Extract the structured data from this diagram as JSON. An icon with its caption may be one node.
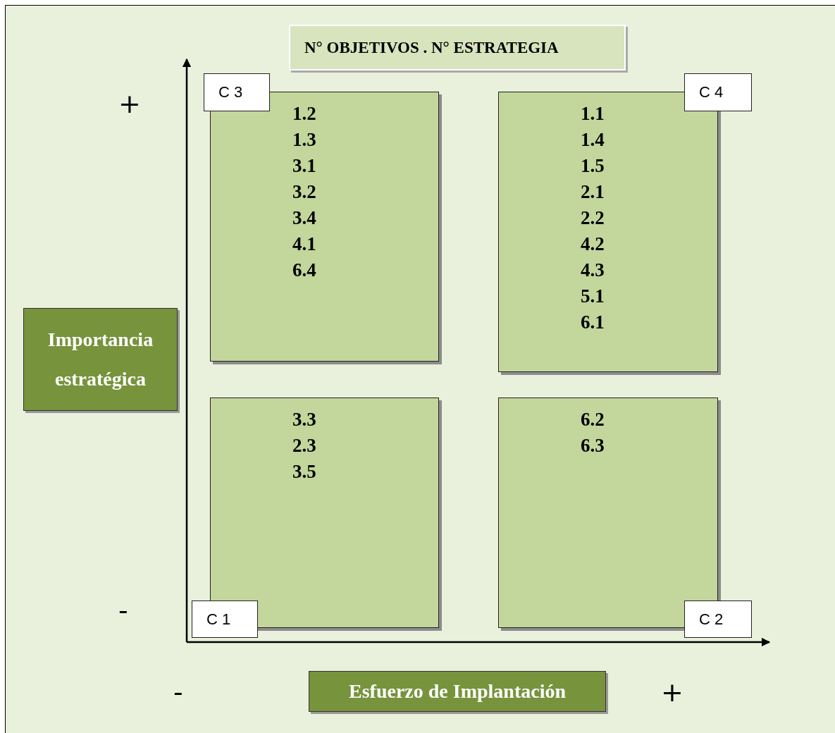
{
  "diagram": {
    "nodes": [
      {
        "text": [
          "N° OBJETIVOS . N° ESTRATEGIA"
        ]
      },
      {
        "text": [
          "C 3"
        ]
      },
      {
        "text": [
          "1.2",
          "1.3",
          "3.1",
          "3.2",
          "3.4",
          "4.1",
          "6.4"
        ]
      },
      {
        "text": [
          "1.1",
          "1.4",
          "1.5",
          "2.1",
          "2.2",
          "4.2",
          "4.3",
          "5.1",
          "6.1"
        ]
      },
      {
        "text": [
          "C 4"
        ]
      },
      {
        "text": [
          "Importancia estratégica"
        ]
      },
      {
        "text": [
          "3.3",
          "2.3",
          "3.5"
        ]
      },
      {
        "text": [
          "6.2",
          "6.3"
        ]
      },
      {
        "text": [
          "C 1"
        ]
      },
      {
        "text": [
          "C 2"
        ]
      },
      {
        "text": [
          "Esfuerzo de Implantación"
        ]
      }
    ],
    "labels": [
      "+",
      "-",
      "-",
      "+"
    ]
  }
}
